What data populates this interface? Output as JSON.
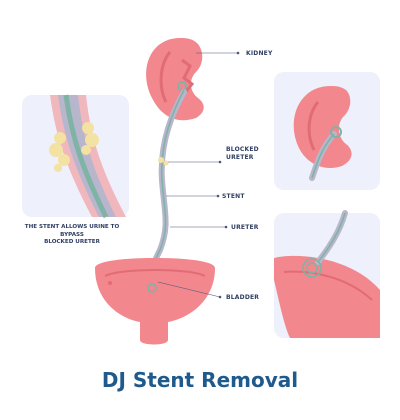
{
  "title": "DJ Stent Removal",
  "labels": {
    "kidney": "KIDNEY",
    "blocked_ureter_line1": "BLOCKED",
    "blocked_ureter_line2": "URETER",
    "stent": "STENT",
    "ureter": "URETER",
    "bladder": "BLADDER"
  },
  "caption": {
    "line1": "THE STENT ALLOWS URINE TO BYPASS",
    "line2": "BLOCKED URETER"
  },
  "colors": {
    "organ_fill": "#f2878e",
    "organ_dark": "#e26c76",
    "panel_bg": "#eef0fb",
    "ureter": "#b8b6cc",
    "stent": "#7fb3a6",
    "stone": "#f3e2a2",
    "text": "#2f3e63",
    "title": "#1f5a8c"
  }
}
